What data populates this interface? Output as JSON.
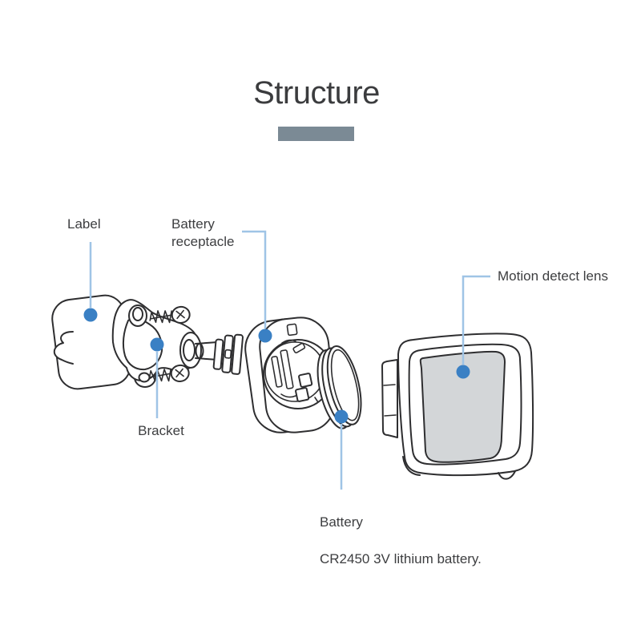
{
  "title": "Structure",
  "callouts": {
    "label": "Label",
    "battery_receptacle": "Battery receptacle",
    "bracket": "Bracket",
    "battery_title": "Battery",
    "battery_desc": "CR2450 3V lithium battery.",
    "motion_lens": "Motion detect lens"
  },
  "colors": {
    "accent_dot": "#3a80c4",
    "callout_line": "#9fc4e6",
    "divider_bar": "#7b8a95",
    "lens_fill": "#d3d6d8",
    "outline": "#2e2e30",
    "text": "#3d3e40",
    "background": "#ffffff"
  }
}
